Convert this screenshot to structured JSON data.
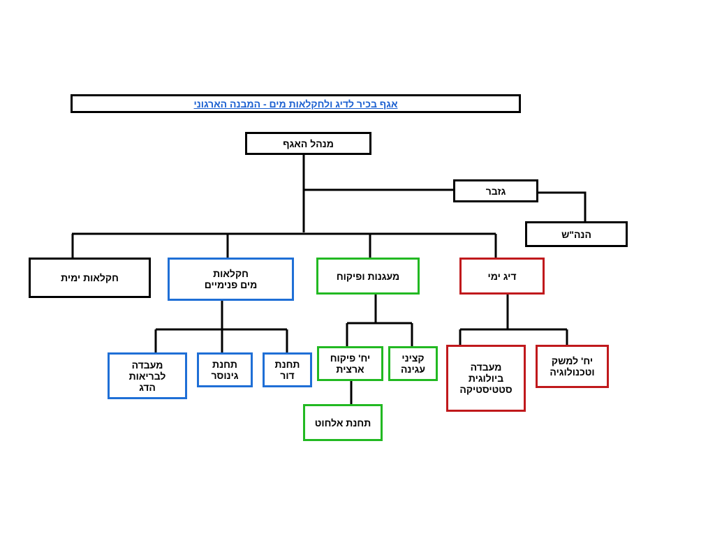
{
  "colors": {
    "black": "#000000",
    "blue": "#1f6fd6",
    "green": "#22b922",
    "red": "#c0191c",
    "title": "#1a5fd0"
  },
  "title": "אגף בכיר לדיג  ולחקלאות מים - המבנה הארגוני",
  "nodes": {
    "director": "מנהל האגף",
    "treasurer": "גזבר",
    "accountant": "הנה\"ש",
    "marine_agriculture": "חקלאות ימית",
    "inland_aquaculture": "חקלאות\nמים פנימיים",
    "reservoirs_inspection": "מעגנות ופיקוח",
    "sea_fishing": "דיג ימי",
    "fish_health_lab": "מעבדה\nלבריאות\nהדג",
    "ginosar_station": "תחנת\nגינוסר",
    "dor_station": "תחנת\nדור",
    "national_inspection_unit": "יח' פיקוח\nארצית",
    "ashore_officers": "קציני\nעגינה",
    "radio_station": "תחנת אלחוט",
    "statistics_lab": "מעבדה\nביולוגית\nסטטיסטיקה",
    "economy_tech_unit": "יח' למשק\nוטכנולוגיה"
  }
}
